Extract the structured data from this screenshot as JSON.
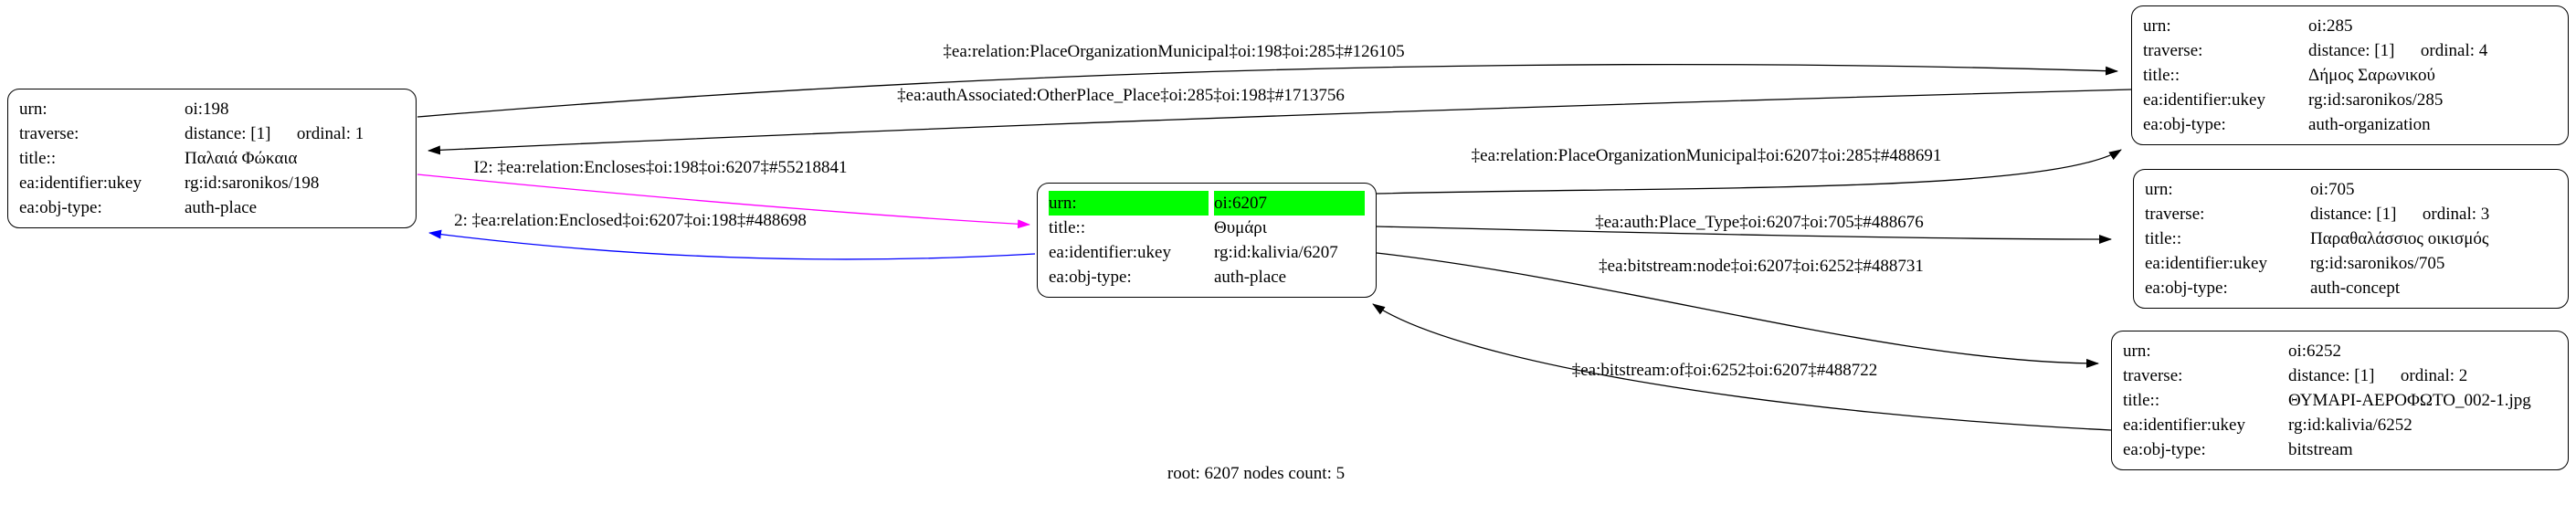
{
  "caption": "root: 6207 nodes count: 5",
  "colors": {
    "edge_black": "#000000",
    "edge_magenta": "#ff00ff",
    "edge_blue": "#0000ff",
    "highlight_green": "#00ff00",
    "node_border": "#000000",
    "background": "#ffffff"
  },
  "nodes": [
    {
      "id": "oi:198",
      "rows": [
        {
          "key": "urn:",
          "value": "oi:198"
        },
        {
          "key": "traverse:",
          "value": "distance: [1]      ordinal: 1"
        },
        {
          "key": "title::",
          "value": "Παλαιά Φώκαια"
        },
        {
          "key": "ea:identifier:ukey",
          "value": "rg:id:saronikos/198"
        },
        {
          "key": "ea:obj-type:",
          "value": "auth-place"
        }
      ]
    },
    {
      "id": "oi:6207",
      "rows": [
        {
          "key": "urn:",
          "value": "oi:6207"
        },
        {
          "key": "title::",
          "value": "Θυμάρι"
        },
        {
          "key": "ea:identifier:ukey",
          "value": "rg:id:kalivia/6207"
        },
        {
          "key": "ea:obj-type:",
          "value": "auth-place"
        }
      ]
    },
    {
      "id": "oi:285",
      "rows": [
        {
          "key": "urn:",
          "value": "oi:285"
        },
        {
          "key": "traverse:",
          "value": "distance: [1]      ordinal: 4"
        },
        {
          "key": "title::",
          "value": "Δήμος Σαρωνικού"
        },
        {
          "key": "ea:identifier:ukey",
          "value": "rg:id:saronikos/285"
        },
        {
          "key": "ea:obj-type:",
          "value": "auth-organization"
        }
      ]
    },
    {
      "id": "oi:705",
      "rows": [
        {
          "key": "urn:",
          "value": "oi:705"
        },
        {
          "key": "traverse:",
          "value": "distance: [1]      ordinal: 3"
        },
        {
          "key": "title::",
          "value": "Παραθαλάσσιος οικισμός"
        },
        {
          "key": "ea:identifier:ukey",
          "value": "rg:id:saronikos/705"
        },
        {
          "key": "ea:obj-type:",
          "value": "auth-concept"
        }
      ]
    },
    {
      "id": "oi:6252",
      "rows": [
        {
          "key": "urn:",
          "value": "oi:6252"
        },
        {
          "key": "traverse:",
          "value": "distance: [1]      ordinal: 2"
        },
        {
          "key": "title::",
          "value": "ΘΥΜΑΡΙ-ΑΕΡΟΦΩΤΟ_002-1.jpg"
        },
        {
          "key": "ea:identifier:ukey",
          "value": "rg:id:kalivia/6252"
        },
        {
          "key": "ea:obj-type:",
          "value": "bitstream"
        }
      ]
    }
  ],
  "edges": [
    {
      "label": "‡ea:relation:PlaceOrganizationMunicipal‡oi:198‡oi:285‡#126105",
      "color": "#000000"
    },
    {
      "label": "‡ea:authAssociated:OtherPlace_Place‡oi:285‡oi:198‡#1713756",
      "color": "#000000"
    },
    {
      "label": "I2: ‡ea:relation:Encloses‡oi:198‡oi:6207‡#55218841",
      "color": "#ff00ff"
    },
    {
      "label": "2: ‡ea:relation:Enclosed‡oi:6207‡oi:198‡#488698",
      "color": "#0000ff"
    },
    {
      "label": "‡ea:relation:PlaceOrganizationMunicipal‡oi:6207‡oi:285‡#488691",
      "color": "#000000"
    },
    {
      "label": "‡ea:auth:Place_Type‡oi:6207‡oi:705‡#488676",
      "color": "#000000"
    },
    {
      "label": "‡ea:bitstream:node‡oi:6207‡oi:6252‡#488731",
      "color": "#000000"
    },
    {
      "label": "‡ea:bitstream:of‡oi:6252‡oi:6207‡#488722",
      "color": "#000000"
    }
  ]
}
